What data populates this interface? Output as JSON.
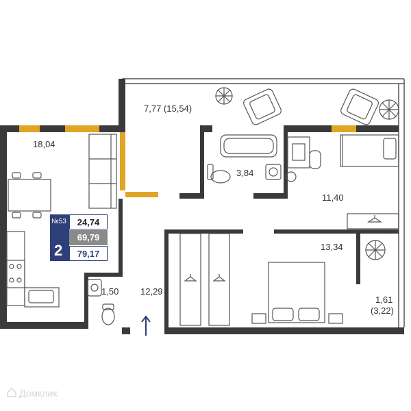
{
  "rooms": {
    "balcony_top": "7,77 (15,54)",
    "kitchen": "18,04",
    "bathroom": "3,84",
    "bedroom_small": "11,40",
    "bedroom_main": "13,34",
    "wc": "1,50",
    "hall": "12,29",
    "balcony_right": "1,61",
    "balcony_right_full": "(3,22)"
  },
  "info": {
    "apartment_number": "№53",
    "rooms_count": "2",
    "living_area": "24,74",
    "net_area": "69,79",
    "total_area": "79,17"
  },
  "watermark": "Домклик",
  "colors": {
    "wall": "#3a3a3a",
    "window": "#e0a526",
    "accent": "#2f3f7a",
    "furniture_line": "#555555"
  }
}
